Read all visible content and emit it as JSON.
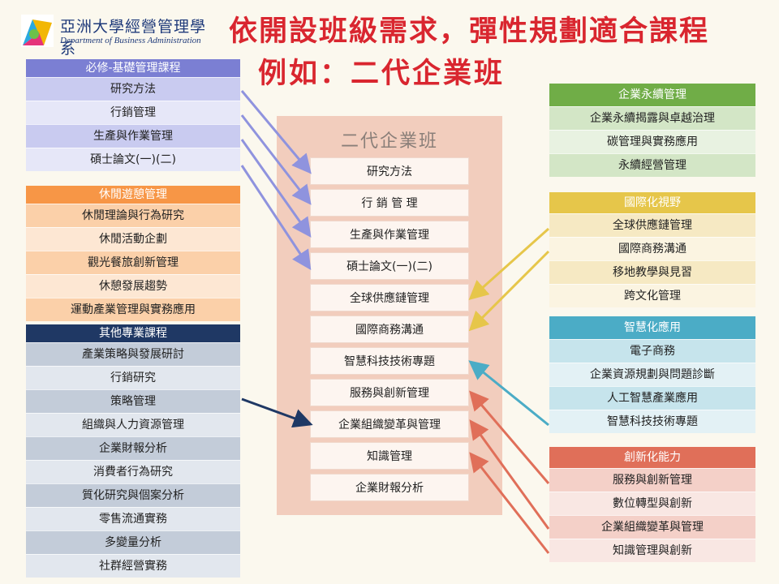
{
  "logo": {
    "cn": "亞洲大學經營管理學系",
    "en": "Department of Business Administration"
  },
  "title": {
    "line1": "依開設班級需求，彈性規劃適合課程",
    "line2": "例如：二代企業班"
  },
  "colors": {
    "required": "#6b6bc9",
    "leisure": "#f79646",
    "other": "#1f3864",
    "sustain": "#70ad47",
    "intl": "#e6c64a",
    "smart": "#4bacc6",
    "innov": "#e06f59"
  },
  "left_groups": [
    {
      "header": "必修-基礎管理課程",
      "items": [
        "研究方法",
        "行銷管理",
        "生產與作業管理",
        "碩士論文(一)(二)"
      ]
    },
    {
      "header": "休閒遊憩管理",
      "items": [
        "休閒理論與行為研究",
        "休閒活動企劃",
        "觀光餐旅創新管理",
        "休憩發展趨勢",
        "運動產業管理與實務應用"
      ]
    },
    {
      "header": "其他專業課程",
      "items": [
        "產業策略與發展研討",
        "行銷研究",
        "策略管理",
        "組織與人力資源管理",
        "企業財報分析",
        "消費者行為研究",
        "質化研究與個案分析",
        "零售流通實務",
        "多變量分析",
        "社群經營實務"
      ]
    }
  ],
  "right_groups": [
    {
      "header": "企業永續管理",
      "items": [
        "企業永續揭露與卓越治理",
        "碳管理與實務應用",
        "永續經營管理"
      ]
    },
    {
      "header": "國際化視野",
      "items": [
        "全球供應鏈管理",
        "國際商務溝通",
        "移地教學與見習",
        "跨文化管理"
      ]
    },
    {
      "header": "智慧化應用",
      "items": [
        "電子商務",
        "企業資源規劃與問題診斷",
        "人工智慧產業應用",
        "智慧科技技術專題"
      ]
    },
    {
      "header": "創新化能力",
      "items": [
        "服務與創新管理",
        "數位轉型與創新",
        "企業組織變革與管理",
        "知識管理與創新"
      ]
    }
  ],
  "center": {
    "title": "二代企業班",
    "items": [
      "研究方法",
      "行 銷 管 理",
      "生產與作業管理",
      "碩士論文(一)(二)",
      "全球供應鏈管理",
      "國際商務溝通",
      "智慧科技技術專題",
      "服務與創新管理",
      "企業組織變革與管理",
      "知識管理",
      "企業財報分析"
    ]
  }
}
